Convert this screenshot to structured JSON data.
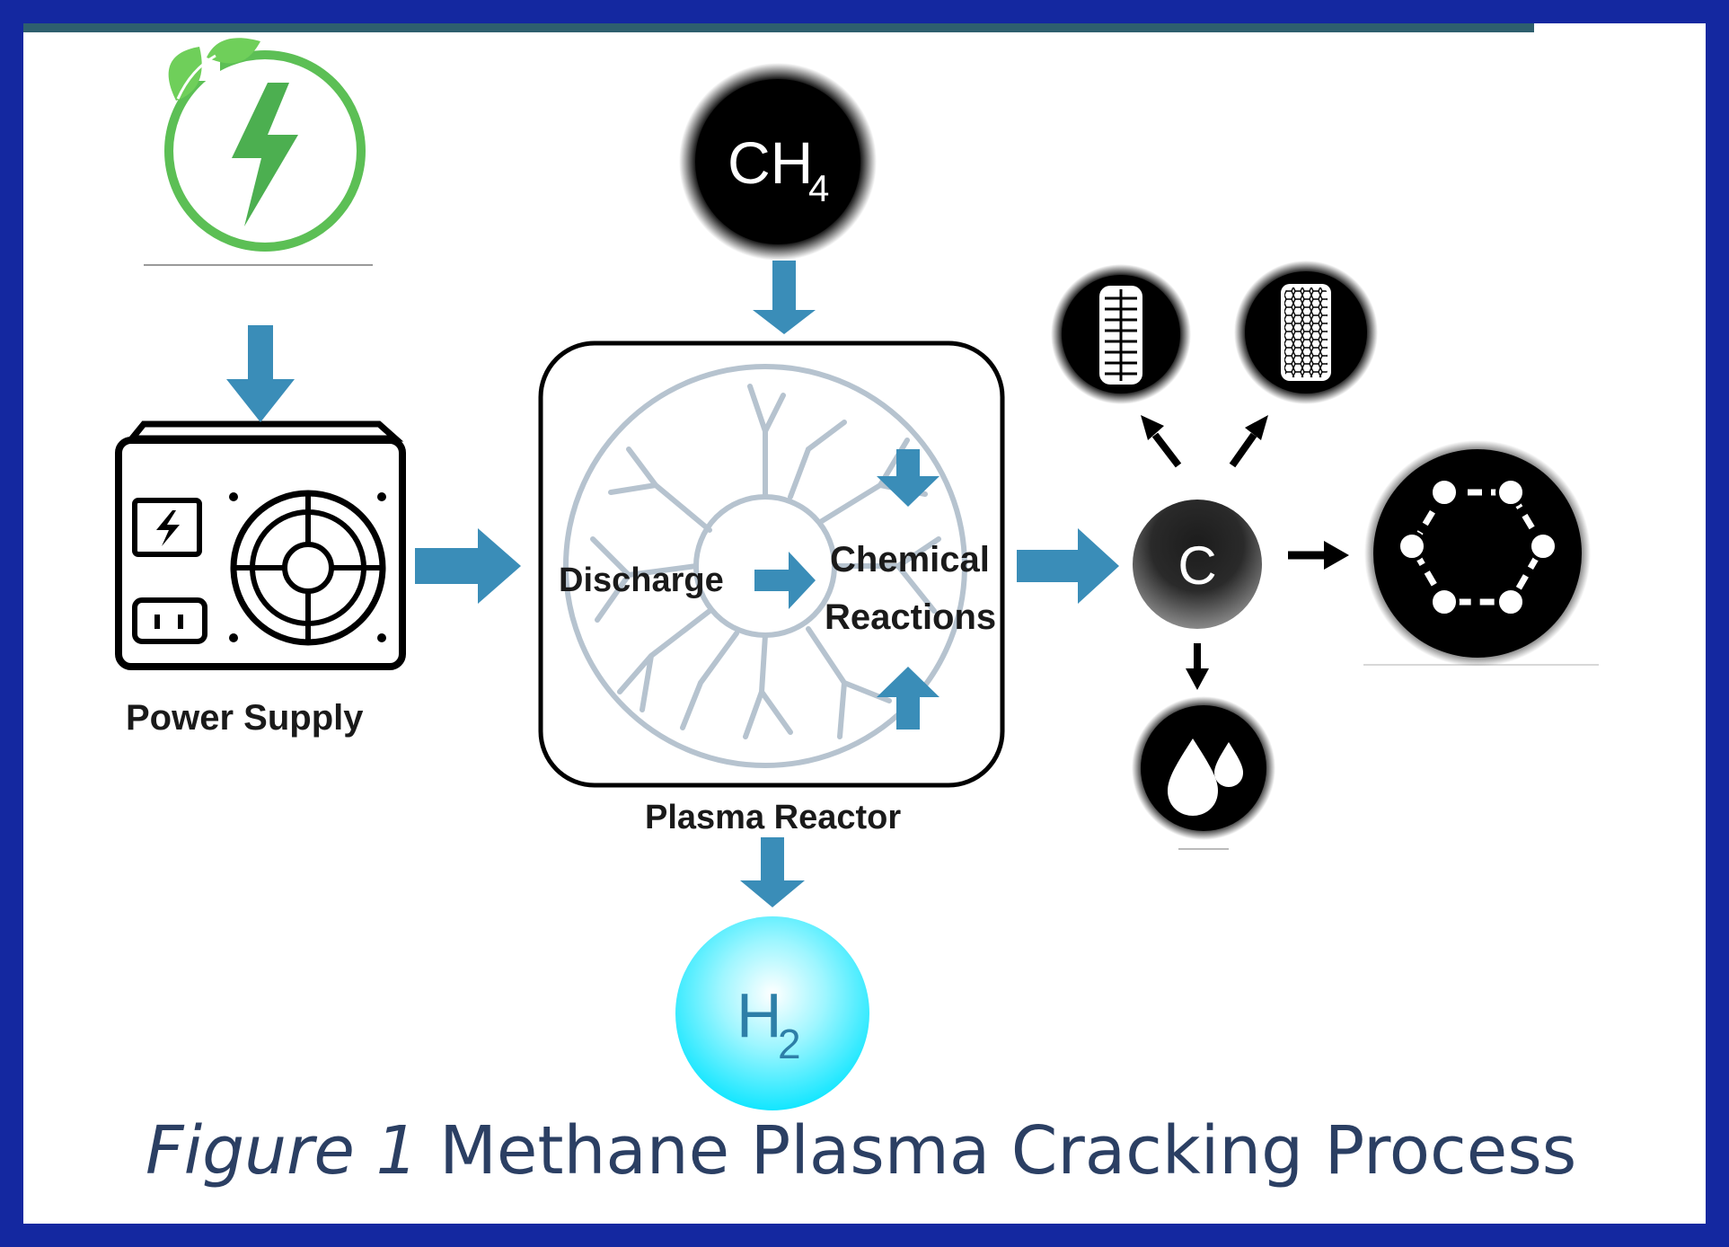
{
  "labels": {
    "ch4_main": "CH",
    "ch4_sub": "4",
    "discharge": "Discharge",
    "chemical": "Chemical",
    "reactions": "Reactions",
    "power_supply": "Power Supply",
    "plasma_reactor": "Plasma Reactor",
    "carbon": "C",
    "h2_main": "H",
    "h2_sub": "2"
  },
  "caption": {
    "figure": "Figure 1",
    "text": " Methane Plasma Cracking Process"
  },
  "colors": {
    "border": "#1428a0",
    "arrow": "#3a8db8",
    "leaf_green": "#4caf50",
    "h2_cyan": "#1ee8ff",
    "caption_text": "#2b3f63"
  },
  "icons": [
    "green-energy-icon",
    "power-supply-icon",
    "plasma-reactor-icon",
    "carbon-nanotube-icon",
    "carbon-fiber-icon",
    "graphene-icon",
    "carbon-black-icon"
  ]
}
